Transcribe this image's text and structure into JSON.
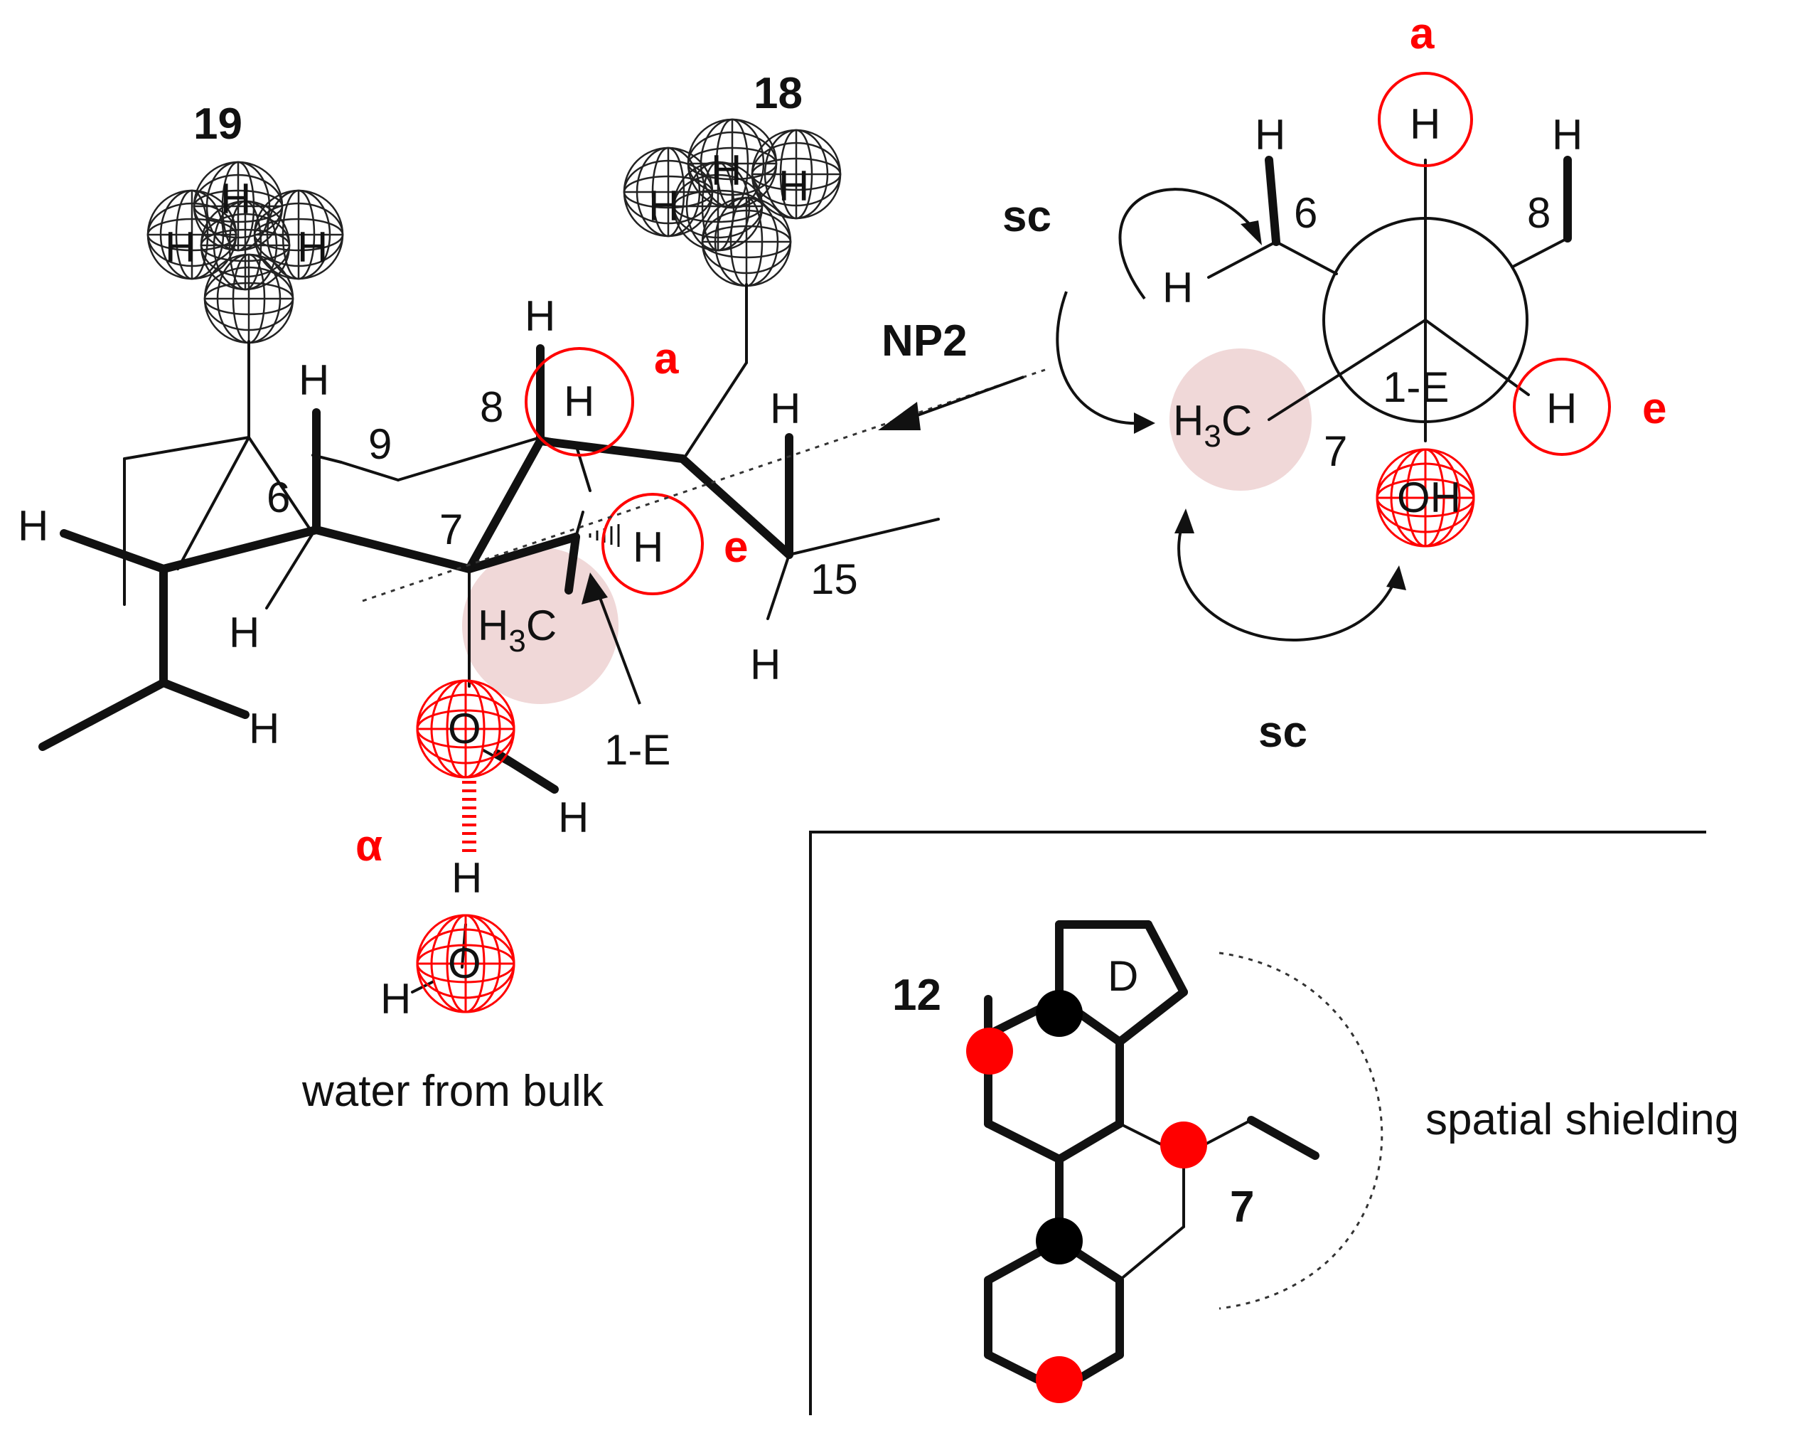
{
  "colors": {
    "accent": "#ff0000",
    "shading": "#f0d8d8",
    "bond": "#111111"
  },
  "main_structure": {
    "methyl_19": "19",
    "methyl_18": "18",
    "pos_6": "6",
    "pos_7": "7",
    "pos_8": "8",
    "pos_9": "9",
    "pos_15": "15",
    "h_atom": "H",
    "axial_mark": "a",
    "equatorial_mark": "e",
    "methyl_h3": "H",
    "methyl_sub": "3",
    "methyl_c": "C",
    "hydroxyl_o": "O",
    "conformer": "1-E",
    "alpha_mark": "α",
    "probe_label": "NP2",
    "water_caption": "water from bulk"
  },
  "newman_projection": {
    "gauche_top": "sc",
    "gauche_bottom": "sc",
    "pos_6": "6",
    "pos_8": "8",
    "pos_7": "7",
    "conformer": "1-E",
    "h_atom": "H",
    "axial_mark": "a",
    "equatorial_mark": "e",
    "methyl_h3": "H",
    "methyl_sub": "3",
    "methyl_c": "C",
    "hydroxyl": "OH"
  },
  "inset": {
    "ring_label": "D",
    "pos_12": "12",
    "pos_7": "7",
    "shielding_caption": "spatial shielding"
  }
}
